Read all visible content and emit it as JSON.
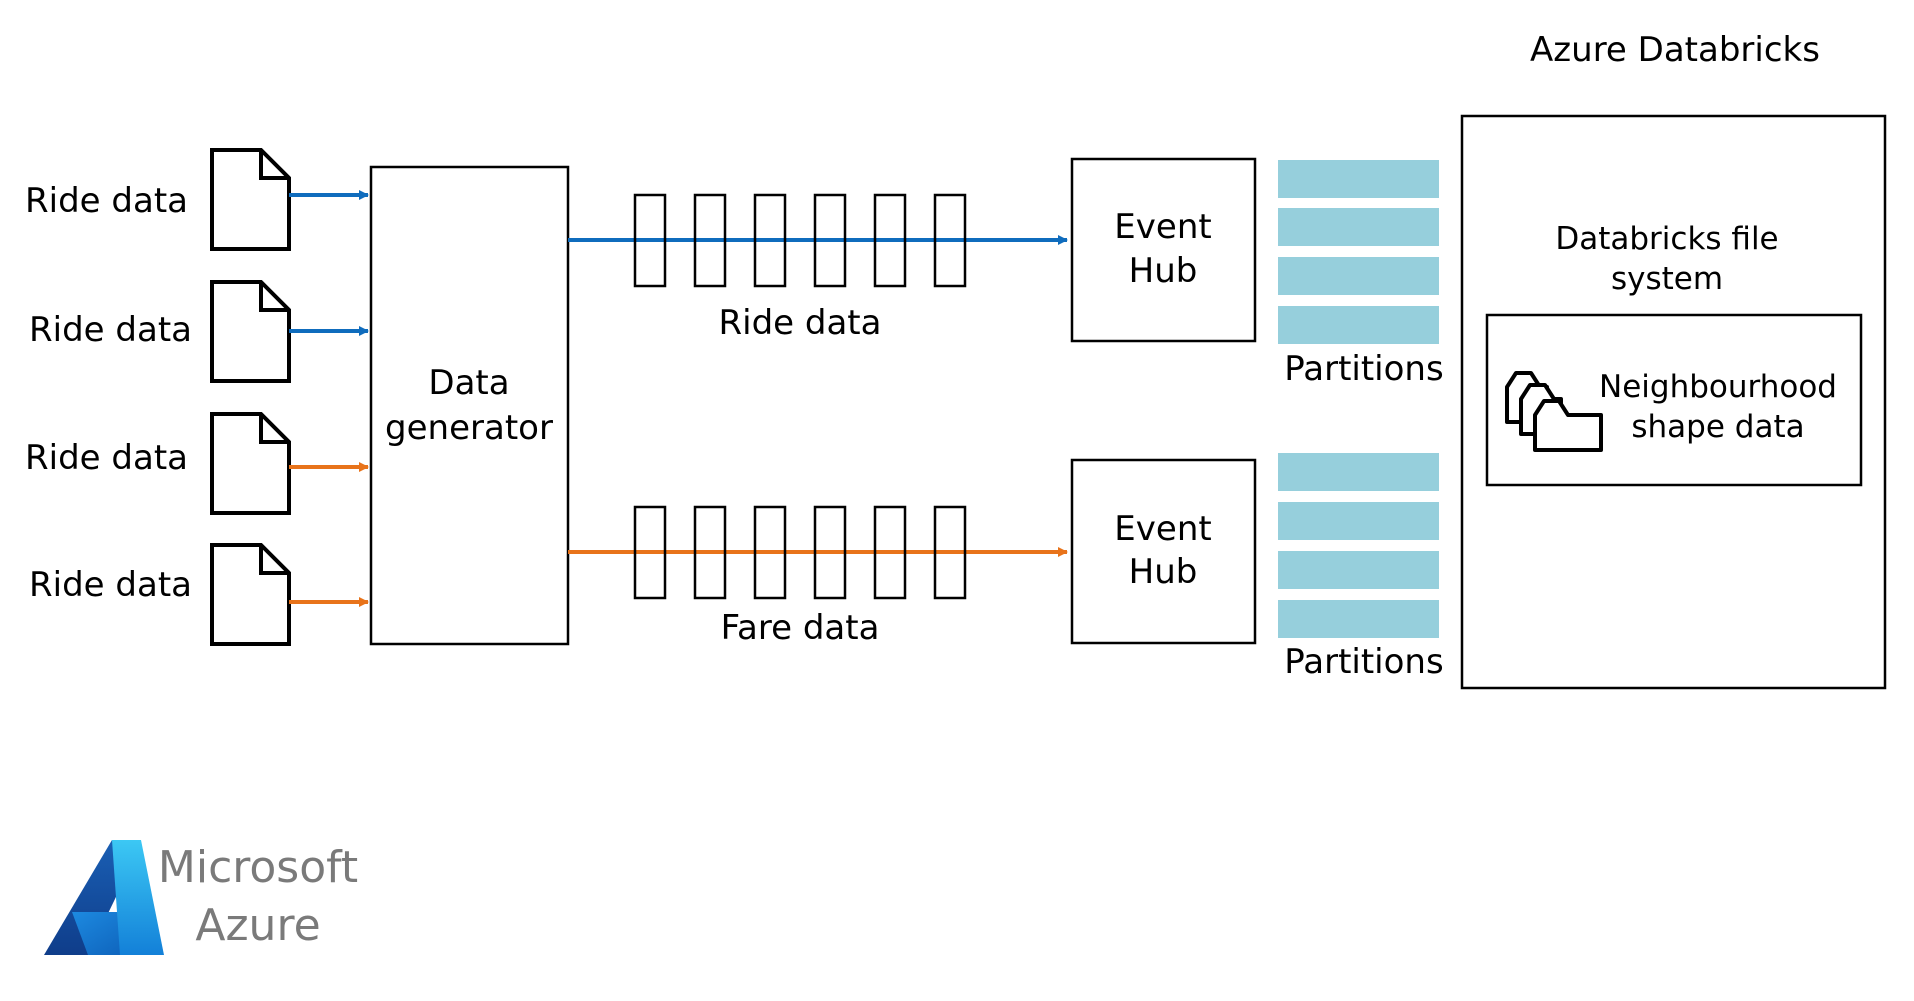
{
  "colors": {
    "ride_arrow": "#0f6cbd",
    "fare_arrow": "#e8731a",
    "partition": "#96cfdc",
    "stroke": "#000000",
    "logo_text": "#7a7a7a"
  },
  "inputs": [
    {
      "label": "Ride data",
      "stream": "ride"
    },
    {
      "label": "Ride data",
      "stream": "ride"
    },
    {
      "label": "Ride data",
      "stream": "fare"
    },
    {
      "label": "Ride data",
      "stream": "fare"
    }
  ],
  "generator": {
    "label_line1": "Data",
    "label_line2": "generator"
  },
  "streams": [
    {
      "label": "Ride data",
      "color_key": "ride_arrow",
      "message_count": 6
    },
    {
      "label": "Fare data",
      "color_key": "fare_arrow",
      "message_count": 6
    }
  ],
  "event_hubs": [
    {
      "line1": "Event",
      "line2": "Hub",
      "partitions_label": "Partitions",
      "partition_count": 4
    },
    {
      "line1": "Event",
      "line2": "Hub",
      "partitions_label": "Partitions",
      "partition_count": 4
    }
  ],
  "databricks": {
    "title": "Azure Databricks",
    "dbfs_line1": "Databricks file",
    "dbfs_line2": "system",
    "shape_line1": "Neighbourhood",
    "shape_line2": "shape data",
    "shape_icon": "folder-stack-icon"
  },
  "logo": {
    "line1": "Microsoft",
    "line2": "Azure",
    "icon": "azure-a-icon"
  }
}
